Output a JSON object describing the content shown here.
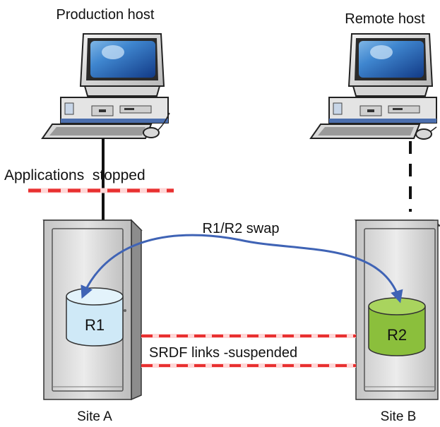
{
  "labels": {
    "production_host": "Production host",
    "remote_host": "Remote  host",
    "applications_stopped": "Applications  stopped",
    "swap": "R1/R2 swap",
    "srdf_links": "SRDF links -suspended",
    "site_a": "Site A",
    "site_b": "Site B",
    "r1": "R1",
    "r2": "R2"
  },
  "colors": {
    "r1_fill": "#cfe9f7",
    "r2_fill": "#8bbf3c",
    "swap_arrow": "#3f63b5",
    "link_dash": "#e83030"
  },
  "status": {
    "srdf_links": "suspended",
    "applications": "stopped"
  }
}
